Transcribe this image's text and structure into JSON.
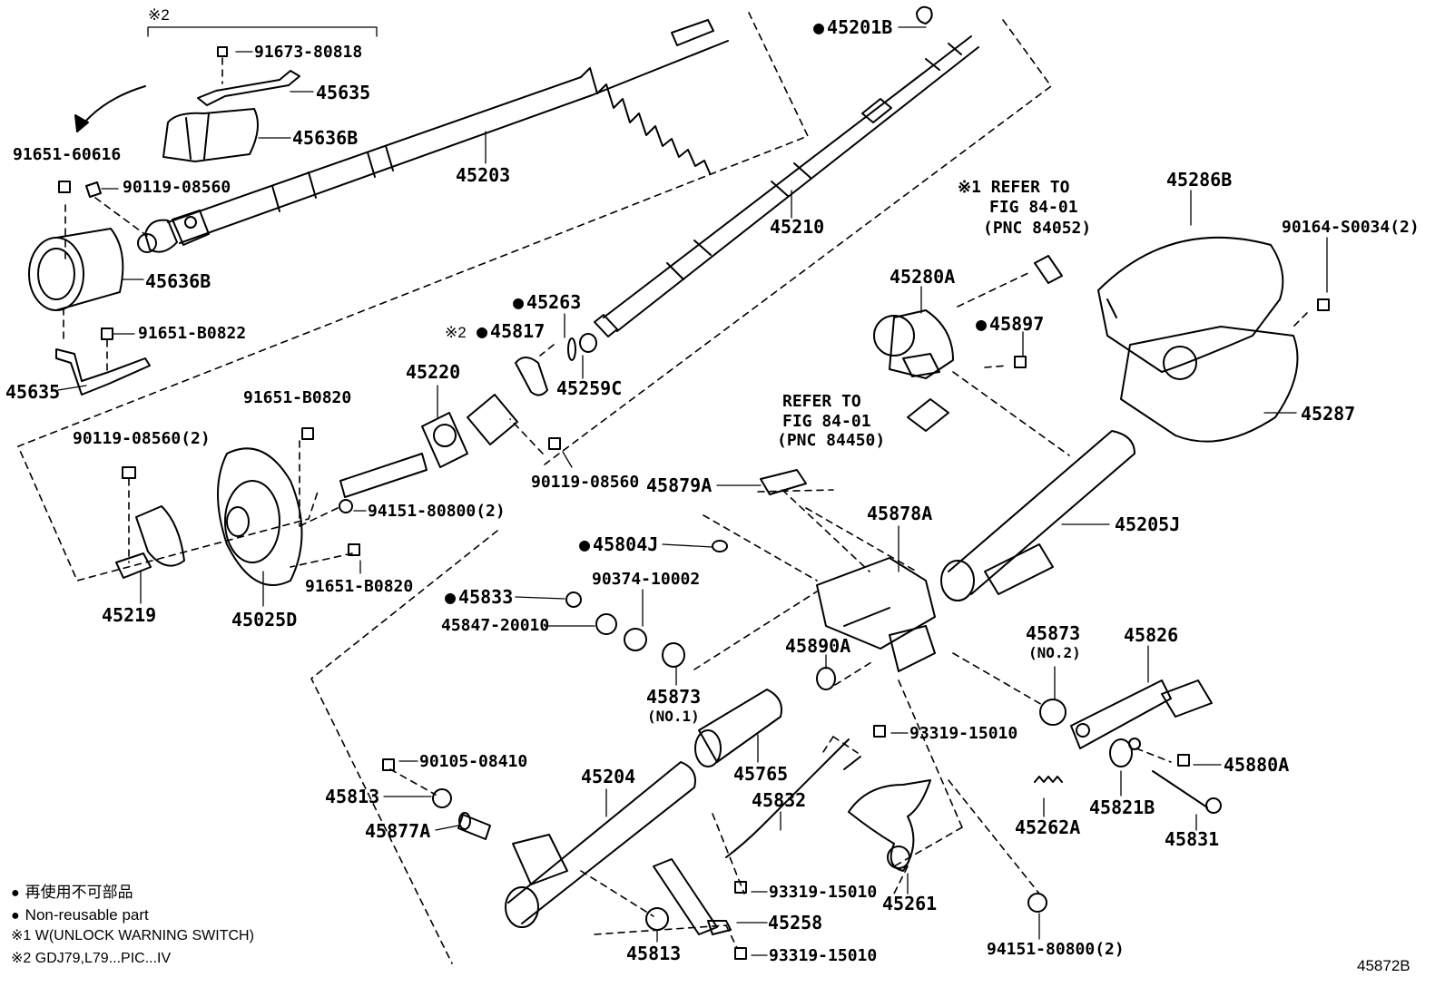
{
  "labels": {
    "l45201B": "45201B",
    "l91673": "91673-80818",
    "l45635a": "45635",
    "l45636Ba": "45636B",
    "l91651_60616": "91651-60616",
    "l90119a": "90119-08560",
    "l45203": "45203",
    "l45210": "45210",
    "l45636Bb": "45636B",
    "l91651_B0822": "91651-B0822",
    "l45635b": "45635",
    "l45263": "45263",
    "l45817": "45817",
    "l45259C": "45259C",
    "l45220": "45220",
    "l91651_B0820a": "91651-B0820",
    "l90119b": "90119-08560(2)",
    "l90119c": "90119-08560",
    "l94151a": "94151-80800(2)",
    "l91651_B0820b": "91651-B0820",
    "l45219": "45219",
    "l45025D": "45025D",
    "l45286B": "45286B",
    "l90164": "90164-S0034(2)",
    "l45280A": "45280A",
    "l45897": "45897",
    "l45287": "45287",
    "l45879A": "45879A",
    "l45878A": "45878A",
    "l45205J": "45205J",
    "l45804J": "45804J",
    "l90374": "90374-10002",
    "l45833": "45833",
    "l45847": "45847-20010",
    "l45873a": "45873",
    "l45873aNo": "(NO.1)",
    "l45890A": "45890A",
    "l45873b": "45873",
    "l45873bNo": "(NO.2)",
    "l45826": "45826",
    "l93319a": "93319-15010",
    "l45880A": "45880A",
    "l90105": "90105-08410",
    "l45813a": "45813",
    "l45204": "45204",
    "l45765": "45765",
    "l45832": "45832",
    "l45877A": "45877A",
    "l45262A": "45262A",
    "l45821B": "45821B",
    "l45831": "45831",
    "l93319b": "93319-15010",
    "l45258": "45258",
    "l45261": "45261",
    "l93319c": "93319-15010",
    "l45813b": "45813",
    "l94151b": "94151-80800(2)",
    "diagramNumber": "45872B"
  },
  "notes": {
    "kome2Top": "※2",
    "kome1Refer": "※1 REFER TO",
    "fig1": "FIG 84-01",
    "pnc1": "(PNC 84052)",
    "refer2": "REFER TO",
    "fig2": "FIG 84-01",
    "pnc2": "(PNC 84450)",
    "kome2Mark": "※2"
  },
  "legend": {
    "nonReusableJp": "再使用不可部品",
    "nonReusableEn": "Non-reusable part",
    "note1": "※1  W(UNLOCK WARNING SWITCH)",
    "note2": "※2  GDJ79,L79...PIC...IV"
  }
}
